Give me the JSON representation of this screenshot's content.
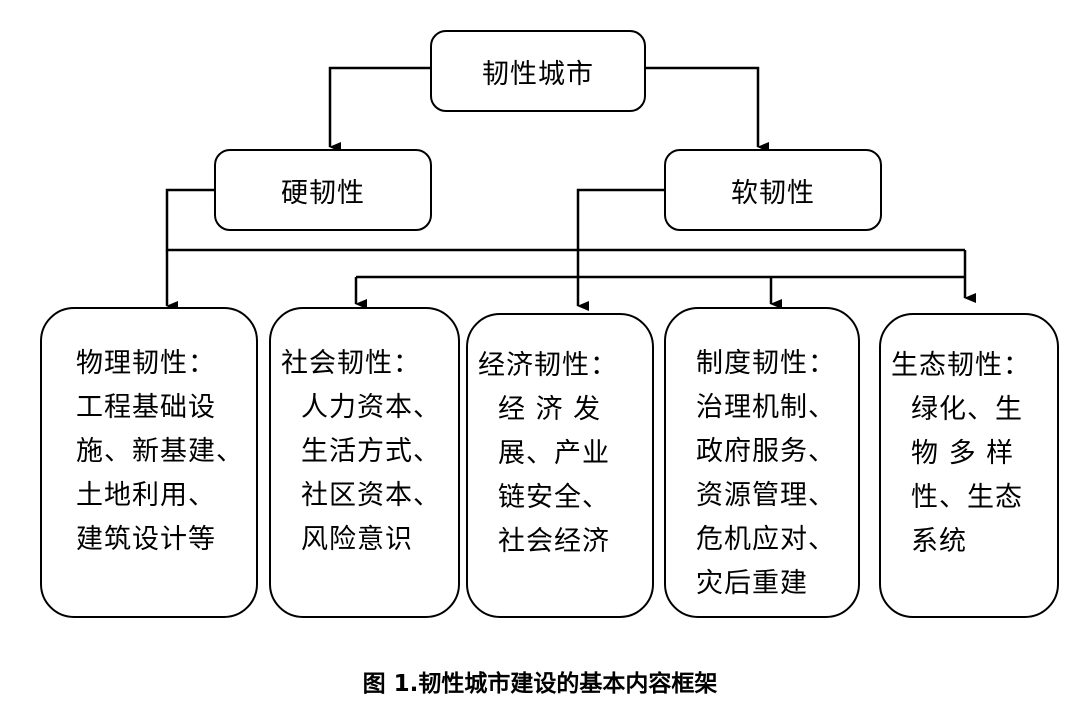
{
  "root": {
    "label": "韧性城市"
  },
  "hard": {
    "label": "硬韧性"
  },
  "soft": {
    "label": "软韧性"
  },
  "leaves": [
    {
      "title": "物理韧性：",
      "lines": [
        "工程基础设",
        "施、新基建、",
        "土地利用、",
        "建筑设计等"
      ]
    },
    {
      "title": "社会韧性：",
      "lines": [
        "人力资本、",
        "生活方式、",
        "社区资本、",
        "风险意识"
      ]
    },
    {
      "title": "经济韧性：",
      "lines": [
        "经 济 发",
        "展、产业",
        "链安全、",
        "社会经济"
      ]
    },
    {
      "title": "制度韧性：",
      "lines": [
        "治理机制、",
        "政府服务、",
        "资源管理、",
        "危机应对、",
        "灾后重建"
      ]
    },
    {
      "title": "生态韧性：",
      "lines": [
        "绿化、生",
        "物 多 样",
        "性、生态",
        "系统"
      ]
    }
  ],
  "caption": "图 1.韧性城市建设的基本内容框架"
}
